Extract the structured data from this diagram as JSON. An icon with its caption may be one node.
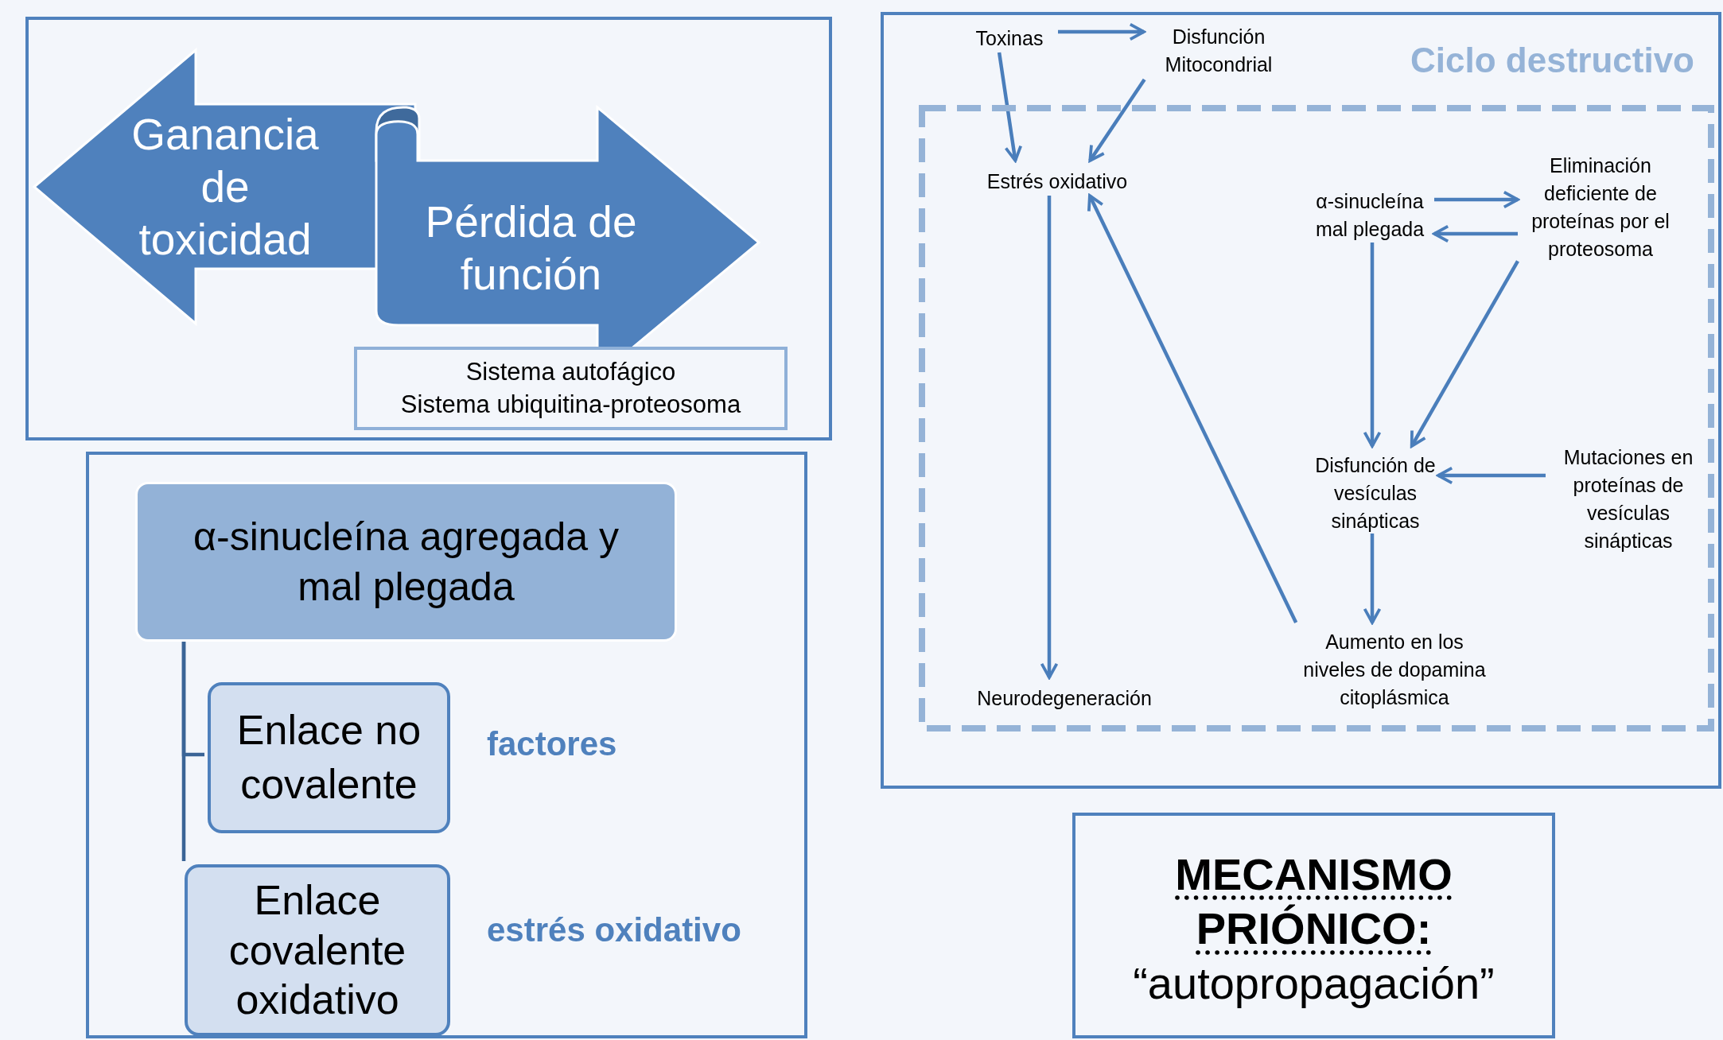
{
  "diagram": {
    "nodes": [
      {
        "text": [],
        "shape": "box"
      },
      {
        "text": [
          "Ganancia de toxicidad"
        ],
        "in": 0
      },
      {
        "text": [
          "Pérdida de función"
        ],
        "in": 0
      },
      {
        "text": [
          "Sistema autofágico",
          "Sistema ubiquitina-proteosoma"
        ],
        "in": 0
      },
      {
        "text": [],
        "shape": "box"
      },
      {
        "text": [
          "α-sinucleína agregada y mal plegada"
        ],
        "in": 4
      },
      {
        "text": [
          "Enlace no covalente"
        ],
        "in": 4
      },
      {
        "text": [
          "Enlace covalente oxidativo"
        ],
        "in": 4
      },
      {
        "text": [
          "Ciclo destructivo"
        ]
      },
      {
        "text": [],
        "shape": "box",
        "in": 8
      },
      {
        "text": [
          "Toxinas"
        ],
        "in": 8
      },
      {
        "text": [
          "Disfunción Mitocondrial"
        ],
        "in": 8
      },
      {
        "text": [
          "Estrés oxidativo"
        ],
        "in": 9
      },
      {
        "text": [
          "α-sinucleína mal plegada"
        ],
        "in": 9
      },
      {
        "text": [
          "Eliminación deficiente de proteínas por el proteosoma"
        ],
        "in": 9
      },
      {
        "text": [
          "Disfunción de vesículas sinápticas"
        ],
        "in": 9
      },
      {
        "text": [
          "Mutaciones en proteínas de vesículas sinápticas"
        ],
        "in": 9
      },
      {
        "text": [
          "Aumento en los niveles de dopamina citoplásmica"
        ],
        "in": 9
      },
      {
        "text": [
          "Neurodegeneración"
        ],
        "in": 9
      },
      {
        "text": [
          "MECANISMO PRIÓNICO:",
          "“autopropagación”"
        ]
      }
    ],
    "edges": [
      {
        "from": 10,
        "to": 11,
        "arrow": "to"
      },
      {
        "from": 10,
        "to": 12,
        "arrow": "to"
      },
      {
        "from": 11,
        "to": 12,
        "arrow": "to"
      },
      {
        "from": 12,
        "to": 18,
        "arrow": "to"
      },
      {
        "from": 17,
        "to": 12,
        "arrow": "to"
      },
      {
        "from": 13,
        "to": 14,
        "arrow": "to"
      },
      {
        "from": 14,
        "to": 13,
        "arrow": "to"
      },
      {
        "from": 13,
        "to": 15,
        "arrow": "to"
      },
      {
        "from": 14,
        "to": 15,
        "arrow": "to"
      },
      {
        "from": 16,
        "to": 15,
        "arrow": "to"
      },
      {
        "from": 15,
        "to": 17,
        "arrow": "to"
      },
      {
        "from": 5,
        "to": 6,
        "arrow": "none",
        "color": "#3a6496"
      },
      {
        "from": 5,
        "to": 7,
        "arrow": "none",
        "color": "#3a6496"
      }
    ],
    "labels": [
      "factores",
      "estrés oxidativo"
    ]
  }
}
